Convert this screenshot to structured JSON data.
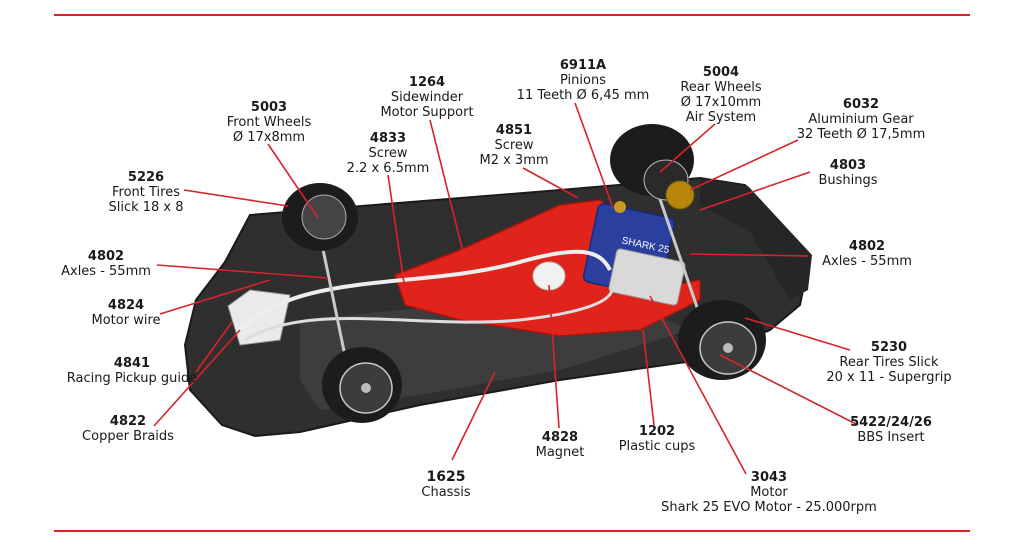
{
  "colors": {
    "rule": "#d8232a",
    "leader": "#d8232a",
    "chassis": "#3a3a3a",
    "motor_pod": "#e0241b",
    "motor_can": "#2b3f9e",
    "tire": "#1c1c1c",
    "wire": "#e9e9e9"
  },
  "parts": [
    {
      "code": "5003",
      "lines": [
        "Front Wheels",
        "Ø 17x8mm"
      ]
    },
    {
      "code": "5226",
      "lines": [
        "Front Tires",
        "Slick 18 x 8"
      ]
    },
    {
      "code": "4802",
      "lines": [
        "Axles - 55mm"
      ]
    },
    {
      "code": "4824",
      "lines": [
        "Motor wire"
      ]
    },
    {
      "code": "4841",
      "lines": [
        "Racing Pickup guide"
      ]
    },
    {
      "code": "4822",
      "lines": [
        "Copper Braids"
      ]
    },
    {
      "code": "1264",
      "lines": [
        "Sidewinder",
        "Motor Support"
      ]
    },
    {
      "code": "4833",
      "lines": [
        "Screw",
        "2.2 x 6.5mm"
      ]
    },
    {
      "code": "4851",
      "lines": [
        "Screw",
        "M2 x 3mm"
      ]
    },
    {
      "code": "6911A",
      "lines": [
        "Pinions",
        "11 Teeth Ø 6,45 mm"
      ]
    },
    {
      "code": "5004",
      "lines": [
        "Rear Wheels",
        "Ø 17x10mm",
        "Air System"
      ]
    },
    {
      "code": "6032",
      "lines": [
        "Aluminium Gear",
        "32 Teeth Ø 17,5mm"
      ]
    },
    {
      "code": "4803",
      "lines": [
        "Bushings"
      ]
    },
    {
      "code": "4802",
      "lines": [
        "Axles - 55mm"
      ]
    },
    {
      "code": "5230",
      "lines": [
        "Rear Tires Slick",
        "20 x 11 - Supergrip"
      ]
    },
    {
      "code": "5422/24/26",
      "lines": [
        "BBS Insert"
      ]
    },
    {
      "code": "1625",
      "lines": [
        "Chassis"
      ]
    },
    {
      "code": "4828",
      "lines": [
        "Magnet"
      ]
    },
    {
      "code": "1202",
      "lines": [
        "Plastic cups"
      ]
    },
    {
      "code": "3043",
      "lines": [
        "Motor",
        "Shark 25 EVO Motor - 25.000rpm"
      ]
    }
  ],
  "motor_can_text": "SHARK 25"
}
